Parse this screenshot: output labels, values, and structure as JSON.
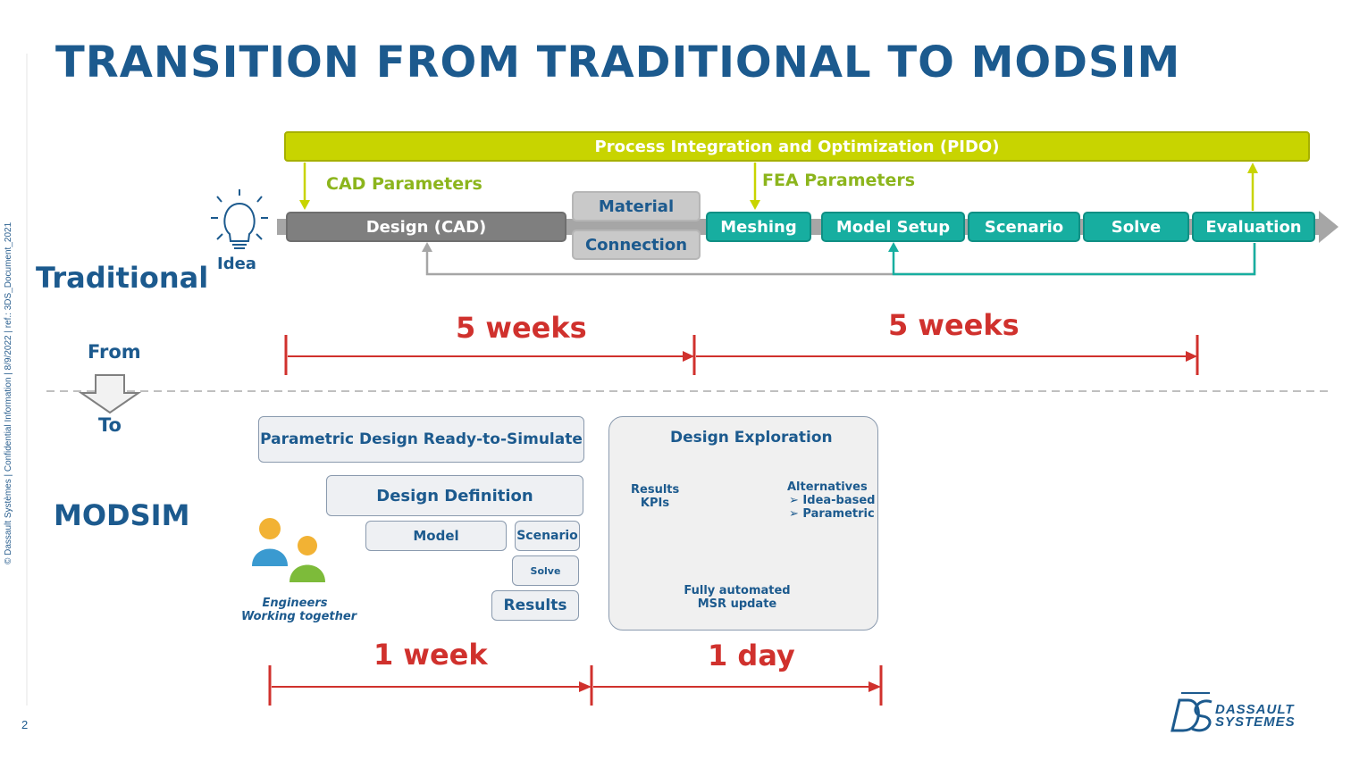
{
  "title": "TRANSITION FROM TRADITIONAL TO MODSIM",
  "sidebar_text": "© Dassault Systèmes | Confidential Information | 8/9/2022 | ref.: 3DS_Document_2021",
  "page_number": "2",
  "sections": {
    "traditional": "Traditional",
    "from": "From",
    "to": "To",
    "modsim": "MODSIM"
  },
  "traditional": {
    "pido": "Process Integration and Optimization (PIDO)",
    "cad_parameters": "CAD Parameters",
    "fea_parameters": "FEA Parameters",
    "idea": "Idea",
    "design_cad": "Design (CAD)",
    "material": "Material",
    "connection": "Connection",
    "steps": [
      "Meshing",
      "Model Setup",
      "Scenario",
      "Solve",
      "Evaluation"
    ],
    "duration_left": "5 weeks",
    "duration_right": "5 weeks"
  },
  "modsim": {
    "parametric_design": "Parametric Design Ready-to-Simulate",
    "design_definition": "Design Definition",
    "model": "Model",
    "scenario": "Scenario",
    "solve": "Solve",
    "results": "Results",
    "engineers_line1": "Engineers",
    "engineers_line2": "Working together",
    "design_exploration": "Design Exploration",
    "results_kpis_line1": "Results",
    "results_kpis_line2": "KPIs",
    "alternatives": "Alternatives",
    "idea_based": "Idea-based",
    "parametric": "Parametric",
    "automated_line1": "Fully automated",
    "automated_line2": "MSR update",
    "duration_left": "1 week",
    "duration_right": "1 day"
  },
  "logo": {
    "line1": "DASSAULT",
    "line2": "SYSTEMES"
  },
  "colors": {
    "title_blue": "#1c5a8e",
    "pido_green": "#c8d400",
    "label_green": "#8cb51d",
    "teal": "#17aea0",
    "gray": "#7f7f7f",
    "red": "#d0312d"
  }
}
